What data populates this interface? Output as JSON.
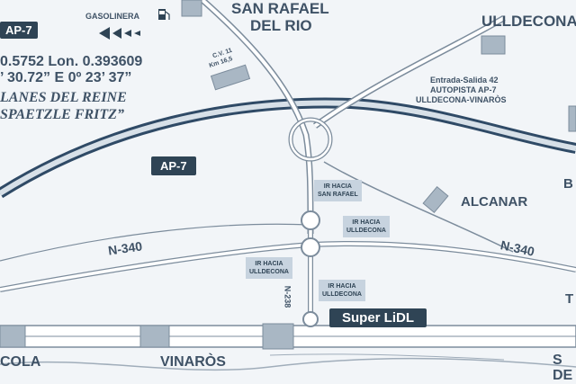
{
  "labels": {
    "ap7_top": "AP-7",
    "gasolinera": "GASOLINERA",
    "san_rafael": "SAN RAFAEL",
    "del_rio": "DEL RIO",
    "ulldecona": "ULLDECONA",
    "lat": "0.5752  Lon. 0.393609",
    "dms": "’ 30.72” E 0º 23’ 37”",
    "cv11": "C.V. 11",
    "km": "Km 16,5",
    "lanes1": "LANES DEL REINE",
    "lanes2": "SPAETZLE FRITZ”",
    "entrada1": "Entrada-Salida 42",
    "entrada2": "AUTOPISTA AP-7",
    "entrada3": "ULLDECONA-VINARÒS",
    "ap7_mid": "AP-7",
    "b_edge": "B",
    "alcanar": "ALCANAR",
    "sign1_a": "IR HACIA",
    "sign1_b": "SAN RAFAEL",
    "sign2_a": "IR HACIA",
    "sign2_b": "ULLDECONA",
    "sign3_a": "IR HACIA",
    "sign3_b": "ULLDECONA",
    "sign4_a": "IR HACIA",
    "sign4_b": "ULLDECONA",
    "n340_left": "N-340",
    "n340_right": "N-340",
    "n238": "N-238",
    "lidl": "Super LiDL",
    "t_edge": "T",
    "cola": "COLA",
    "vinaros": "VINARÒS",
    "s_edge": "S",
    "de_edge": "DE"
  },
  "colors": {
    "background": "#f2f5f8",
    "road": "#ffffff",
    "road_casing": "#7c8c9c",
    "motorway": "#2f4a66",
    "label_dark": "#2f4455",
    "sign_bg": "#c7d3df",
    "block": "#a9b7c4"
  },
  "icons": [
    "fuel-pump-icon",
    "direction-arrows-icon"
  ]
}
